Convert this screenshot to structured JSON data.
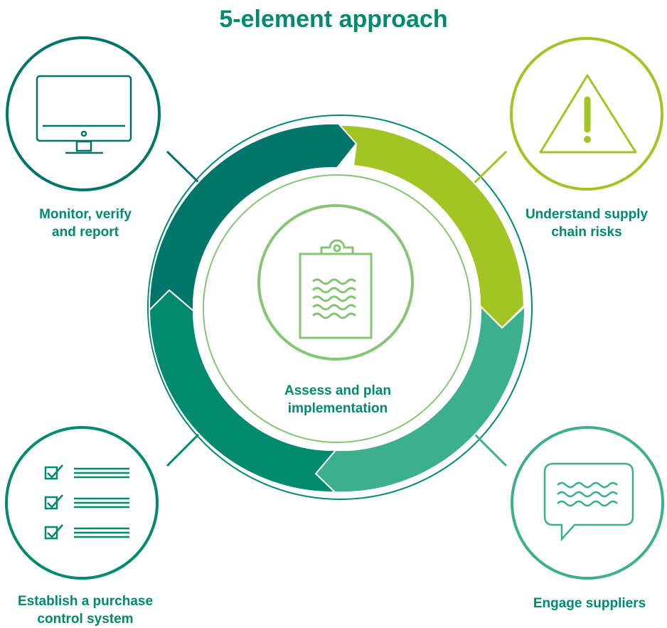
{
  "title": "5-element approach",
  "center": {
    "lines": [
      "Assess and plan",
      "implementation"
    ]
  },
  "elements": [
    {
      "id": "monitor",
      "lines": [
        "Monitor, verify",
        "and report"
      ],
      "icon": "monitor-icon",
      "color": "#00766a"
    },
    {
      "id": "understand",
      "lines": [
        "Understand supply",
        "chain risks"
      ],
      "icon": "warning-icon",
      "color": "#a2c523"
    },
    {
      "id": "establish",
      "lines": [
        "Establish a purchase",
        "control system"
      ],
      "icon": "checklist-icon",
      "color": "#008a6e"
    },
    {
      "id": "engage",
      "lines": [
        "Engage suppliers"
      ],
      "icon": "speech-bubble-icon",
      "color": "#3cb08c"
    }
  ],
  "colors": {
    "title": "#008a6e",
    "center": "#87c576",
    "outer_ring": "#008a6e"
  }
}
